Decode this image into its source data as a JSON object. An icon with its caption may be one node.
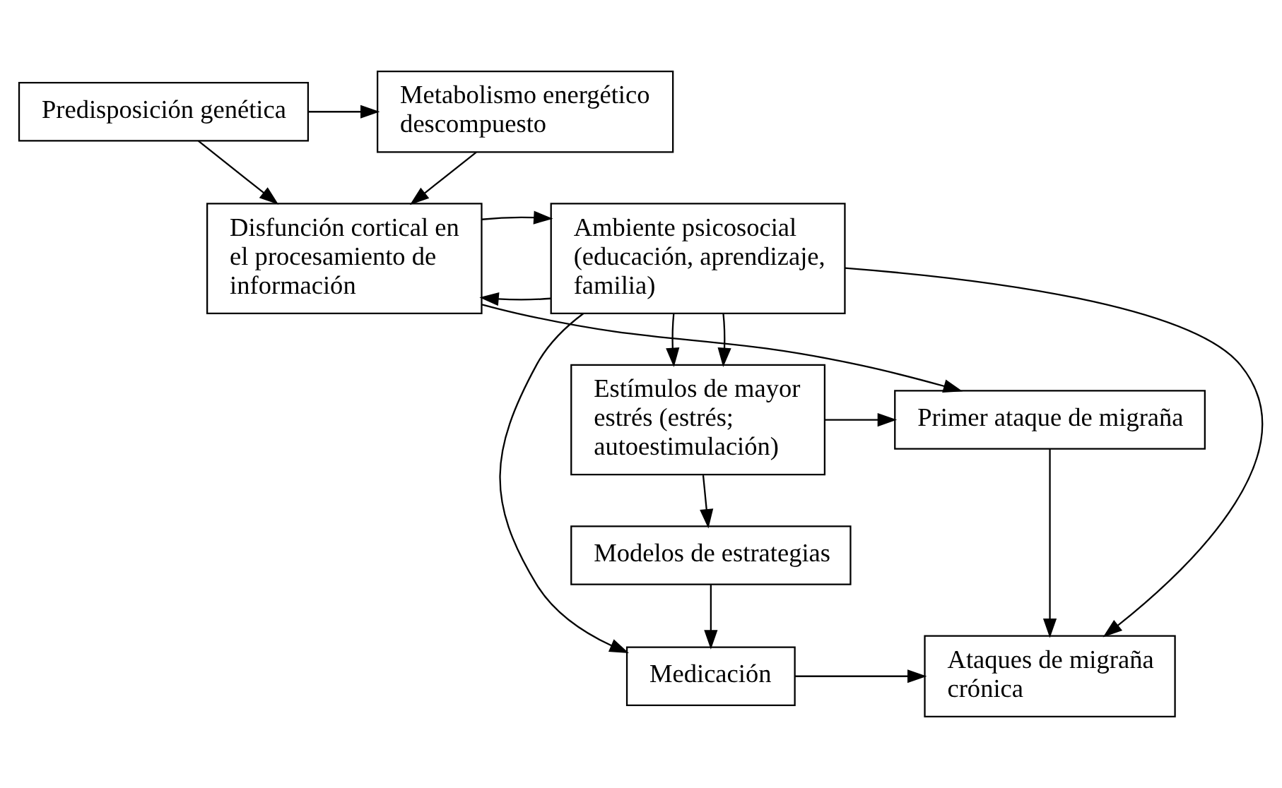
{
  "diagram": {
    "nodes": [
      {
        "text": [
          "Predisposición genética"
        ]
      },
      {
        "text": [
          "Metabolismo energético descompuesto"
        ]
      },
      {
        "text": [
          "Disfunción cortical en el procesamiento de información"
        ]
      },
      {
        "text": [
          "Ambiente psicosocial (educación, aprendizaje, familia)"
        ]
      },
      {
        "text": [
          "Estímulos de mayor estrés (estrés; autoestimulación)"
        ]
      },
      {
        "text": [
          "Primer ataque de migraña"
        ]
      },
      {
        "text": [
          "Modelos de estrategias"
        ]
      },
      {
        "text": [
          "Ataques de migraña crónica"
        ]
      },
      {
        "text": [
          "Medicación"
        ]
      }
    ],
    "edges": [
      {
        "from": 0,
        "to": 1,
        "arrow": "to"
      },
      {
        "from": 1,
        "to": 2,
        "arrow": "to"
      },
      {
        "from": 0,
        "to": 2,
        "arrow": "to"
      },
      {
        "from": 3,
        "to": 2,
        "arrow": "to"
      },
      {
        "from": 2,
        "to": 3,
        "arrow": "to"
      },
      {
        "from": 3,
        "to": 4,
        "arrow": "to"
      },
      {
        "from": 3,
        "to": 4,
        "arrow": "to"
      },
      {
        "from": 4,
        "to": 5,
        "arrow": "to"
      },
      {
        "from": 2,
        "to": 5,
        "arrow": "to"
      },
      {
        "from": 4,
        "to": 6,
        "arrow": "to"
      },
      {
        "from": 5,
        "to": 7,
        "arrow": "to"
      },
      {
        "from": 6,
        "to": 8,
        "arrow": "to"
      },
      {
        "from": 8,
        "to": 7,
        "arrow": "to"
      },
      {
        "from": 3,
        "to": 8,
        "arrow": "to"
      },
      {
        "from": 3,
        "to": 7,
        "arrow": "to"
      }
    ]
  }
}
